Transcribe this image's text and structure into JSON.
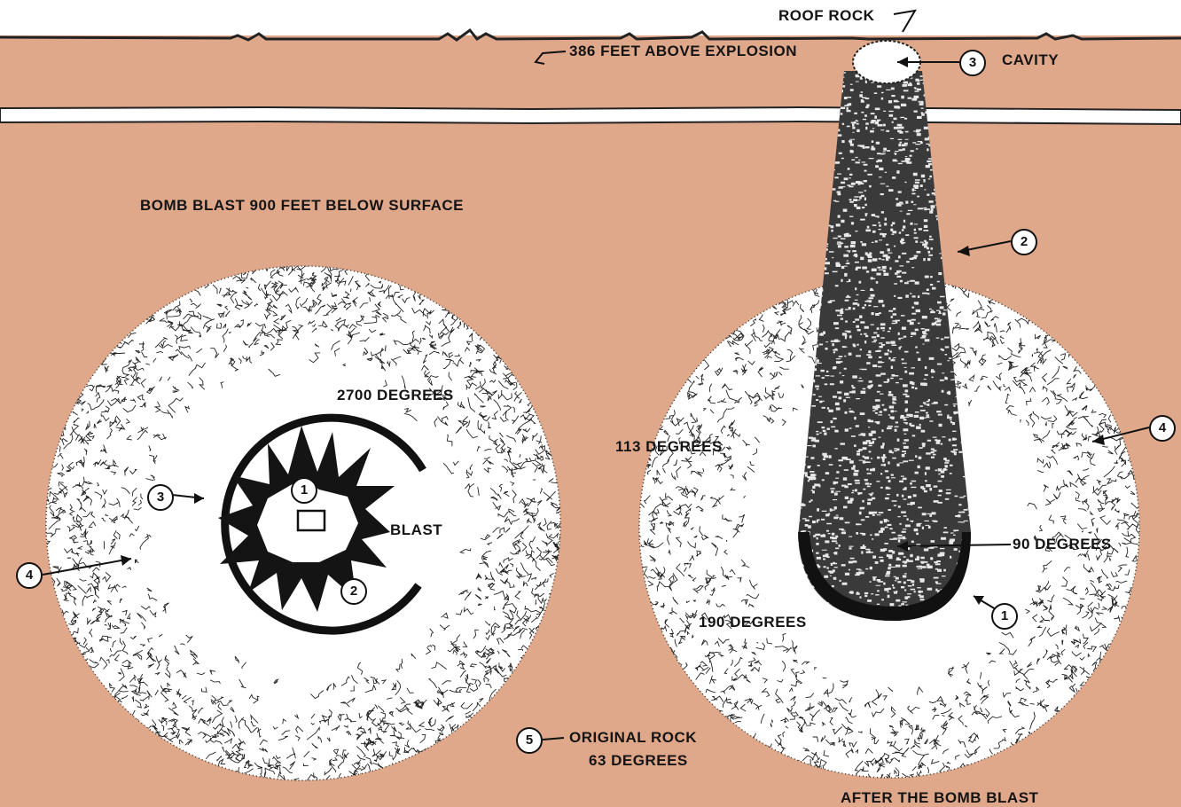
{
  "labels": {
    "roof_rock": "ROOF ROCK",
    "feet_above": "386 FEET ABOVE EXPLOSION",
    "cavity": "CAVITY",
    "bomb_blast_depth": "BOMB BLAST 900 FEET BELOW SURFACE",
    "deg_2700": "2700 DEGREES",
    "blast": "BLAST",
    "deg_113": "113 DEGREES",
    "deg_90": "90 DEGREES",
    "deg_190": "190 DEGREES",
    "original_rock": "ORIGINAL ROCK",
    "deg_63": "63 DEGREES",
    "after_blast": "AFTER THE BOMB BLAST"
  },
  "markers": {
    "m1": "1",
    "m2": "2",
    "m3": "3",
    "m4": "4",
    "m5": "5"
  },
  "colors": {
    "background": "#e0a88a",
    "ink": "#141414",
    "paper": "#ffffff"
  }
}
